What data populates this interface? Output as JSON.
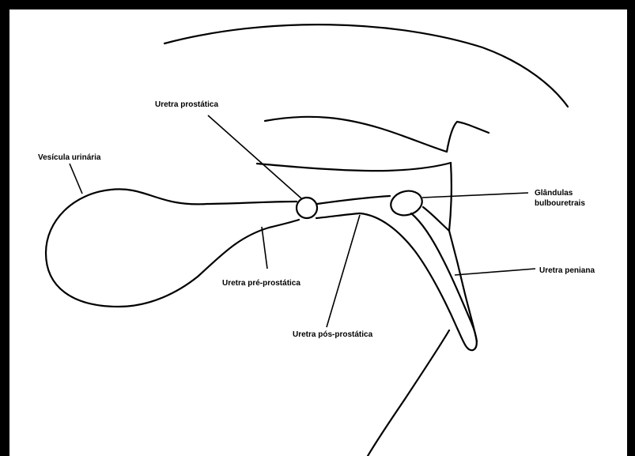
{
  "labels": {
    "uretra_prostatica": "Uretra prostática",
    "vesicula_urinaria": "Vesícula urinária",
    "glandulas_line1": "Glândulas",
    "glandulas_line2": "bulbouretrais",
    "uretra_peniana": "Uretra peniana",
    "uretra_pre_prostatica": "Uretra pré-prostática",
    "uretra_pos_prostatica": "Uretra pós-prostática"
  }
}
